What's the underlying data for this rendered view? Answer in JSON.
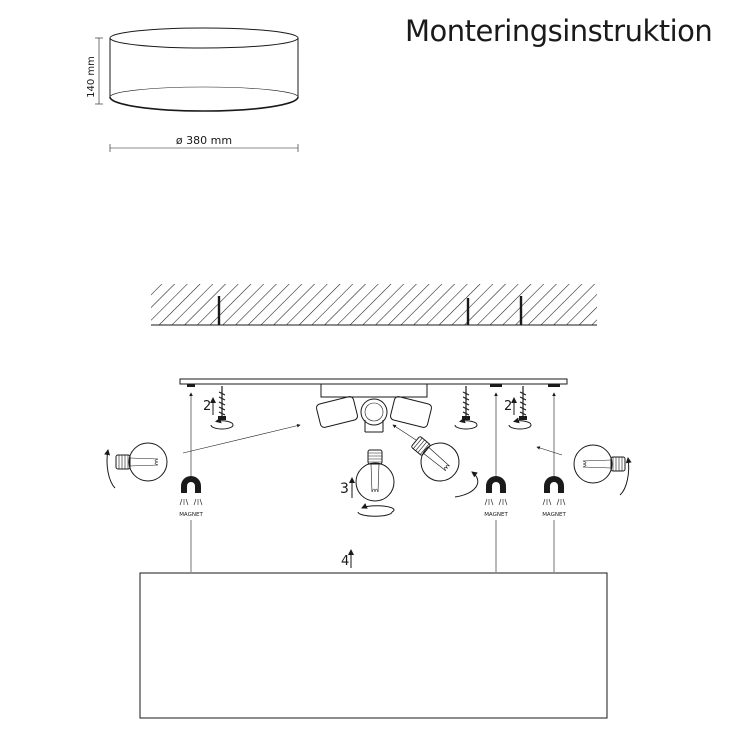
{
  "title": "Monteringsinstruktion",
  "dimensions": {
    "height_label": "140 mm",
    "diameter_label": "ø 380 mm"
  },
  "steps": {
    "screw_left": "2",
    "screw_right": "2",
    "bulb": "3",
    "shade": "4"
  },
  "magnet_label": "MAGNET"
}
